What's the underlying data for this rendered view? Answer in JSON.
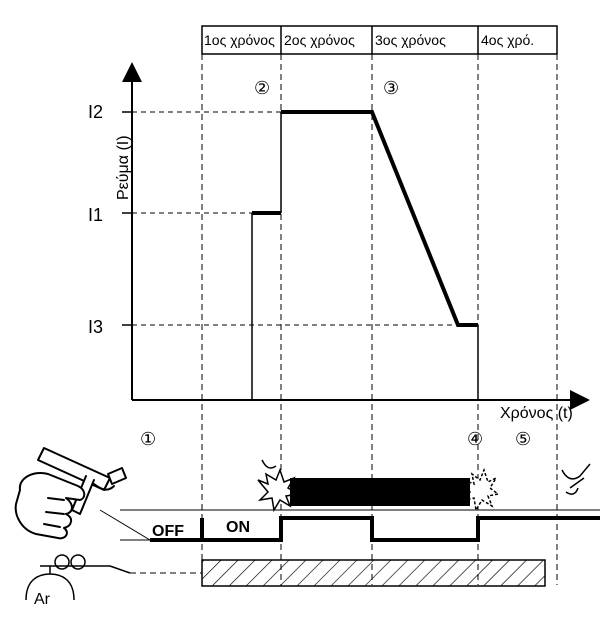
{
  "header": {
    "phases": [
      "1ος χρόνος",
      "2ος χρόνος",
      "3ος χρόνος",
      "4ος χρό."
    ]
  },
  "axes": {
    "ylabel": "Ρεύμα (Ι)",
    "xlabel": "Χρόνος (t)",
    "levels": [
      "Ι2",
      "Ι1",
      "Ι3"
    ]
  },
  "markers": {
    "top": [
      "②",
      "③"
    ],
    "bottom": [
      "①",
      "④",
      "⑤"
    ]
  },
  "switch": {
    "off_label": "OFF",
    "on_label": "ON"
  },
  "gas": {
    "label": "Ar"
  },
  "colors": {
    "line": "#000000",
    "background": "#ffffff"
  }
}
